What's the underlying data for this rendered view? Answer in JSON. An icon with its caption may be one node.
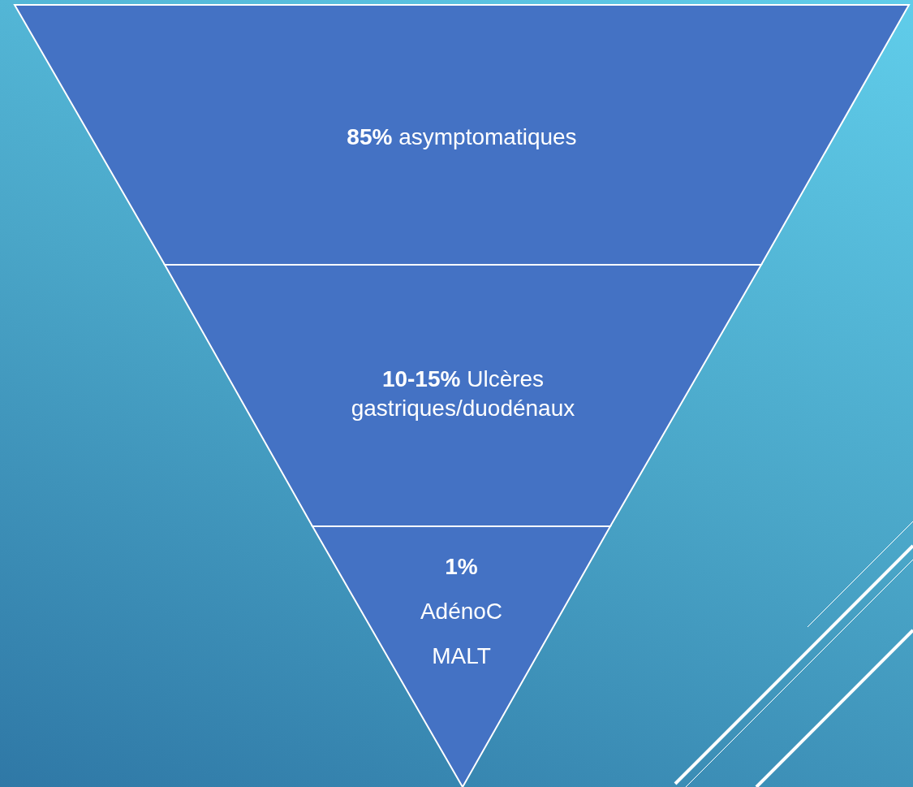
{
  "diagram": {
    "nodes": [
      {
        "text": [
          "**85%** asymptomatiques"
        ]
      },
      {
        "text": [
          "**10-15%** Ulcères gastriques/duodénaux"
        ]
      },
      {
        "text": [
          "**1%**",
          "AdénoC",
          "MALT"
        ]
      }
    ]
  }
}
